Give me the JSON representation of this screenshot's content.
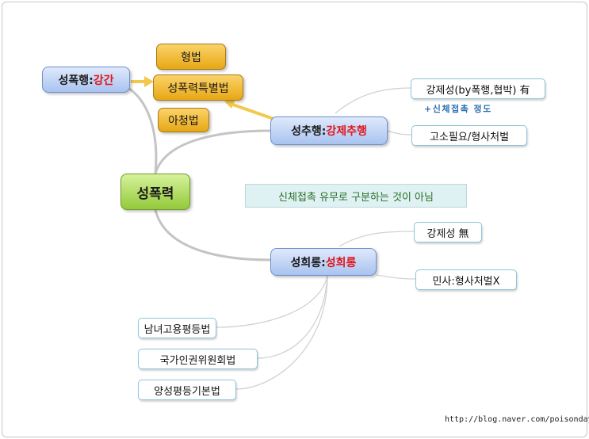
{
  "central": {
    "label": "성폭력"
  },
  "categories": {
    "rape": {
      "prefix": "성폭행:",
      "suffix": "강간"
    },
    "indecent": {
      "prefix": "성추행:",
      "suffix": "강제추행"
    },
    "harassment": {
      "prefix": "성희롱:",
      "suffix": "성희롱"
    }
  },
  "laws": [
    "형법",
    "성폭력특별법",
    "아청법"
  ],
  "indecent_details": {
    "coercion": "강제성(by폭행,협박) 有",
    "contact_note": "+신체접촉 정도",
    "punishment": "고소필요/형사처벌"
  },
  "harassment_details": {
    "coercion": "강제성 無",
    "punishment": "민사:형사처벌X"
  },
  "harassment_laws": [
    "남녀고용평등법",
    "국가인권위원회법",
    "양성평등기본법"
  ],
  "callout": "신체접촉 유무로 구분하는 것이 아님",
  "watermark": "http://blog.naver.com/poisonday",
  "colors": {
    "highlight": "#e0151b",
    "arrow": "#f2c94c",
    "connector": "#c4c4c4"
  }
}
